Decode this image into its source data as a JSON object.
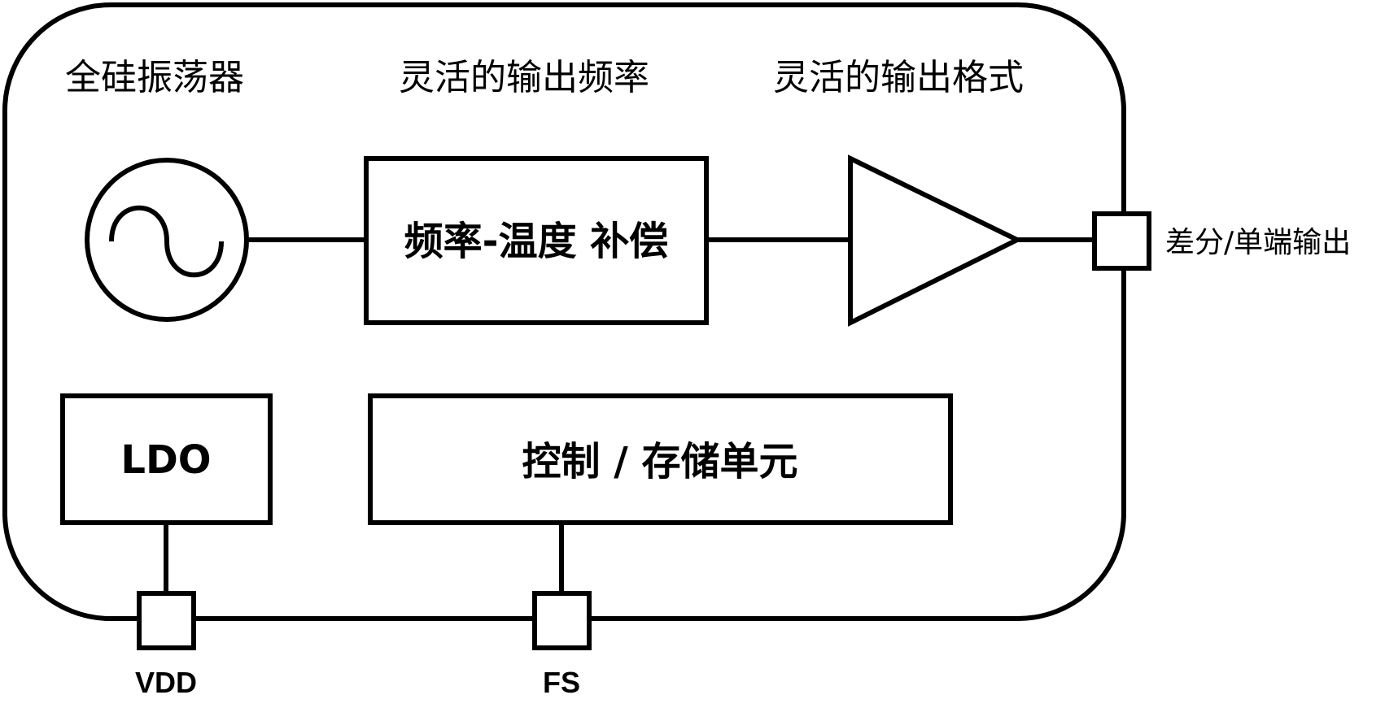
{
  "headings": {
    "oscillator": "全硅振荡器",
    "frequency": "灵活的输出频率",
    "format": "灵活的输出格式"
  },
  "blocks": {
    "compensation": "频率-温度 补偿",
    "ldo": "LDO",
    "control": "控制 / 存储单元"
  },
  "pins": {
    "vdd": "VDD",
    "fs": "FS",
    "output": "差分/单端输出"
  }
}
